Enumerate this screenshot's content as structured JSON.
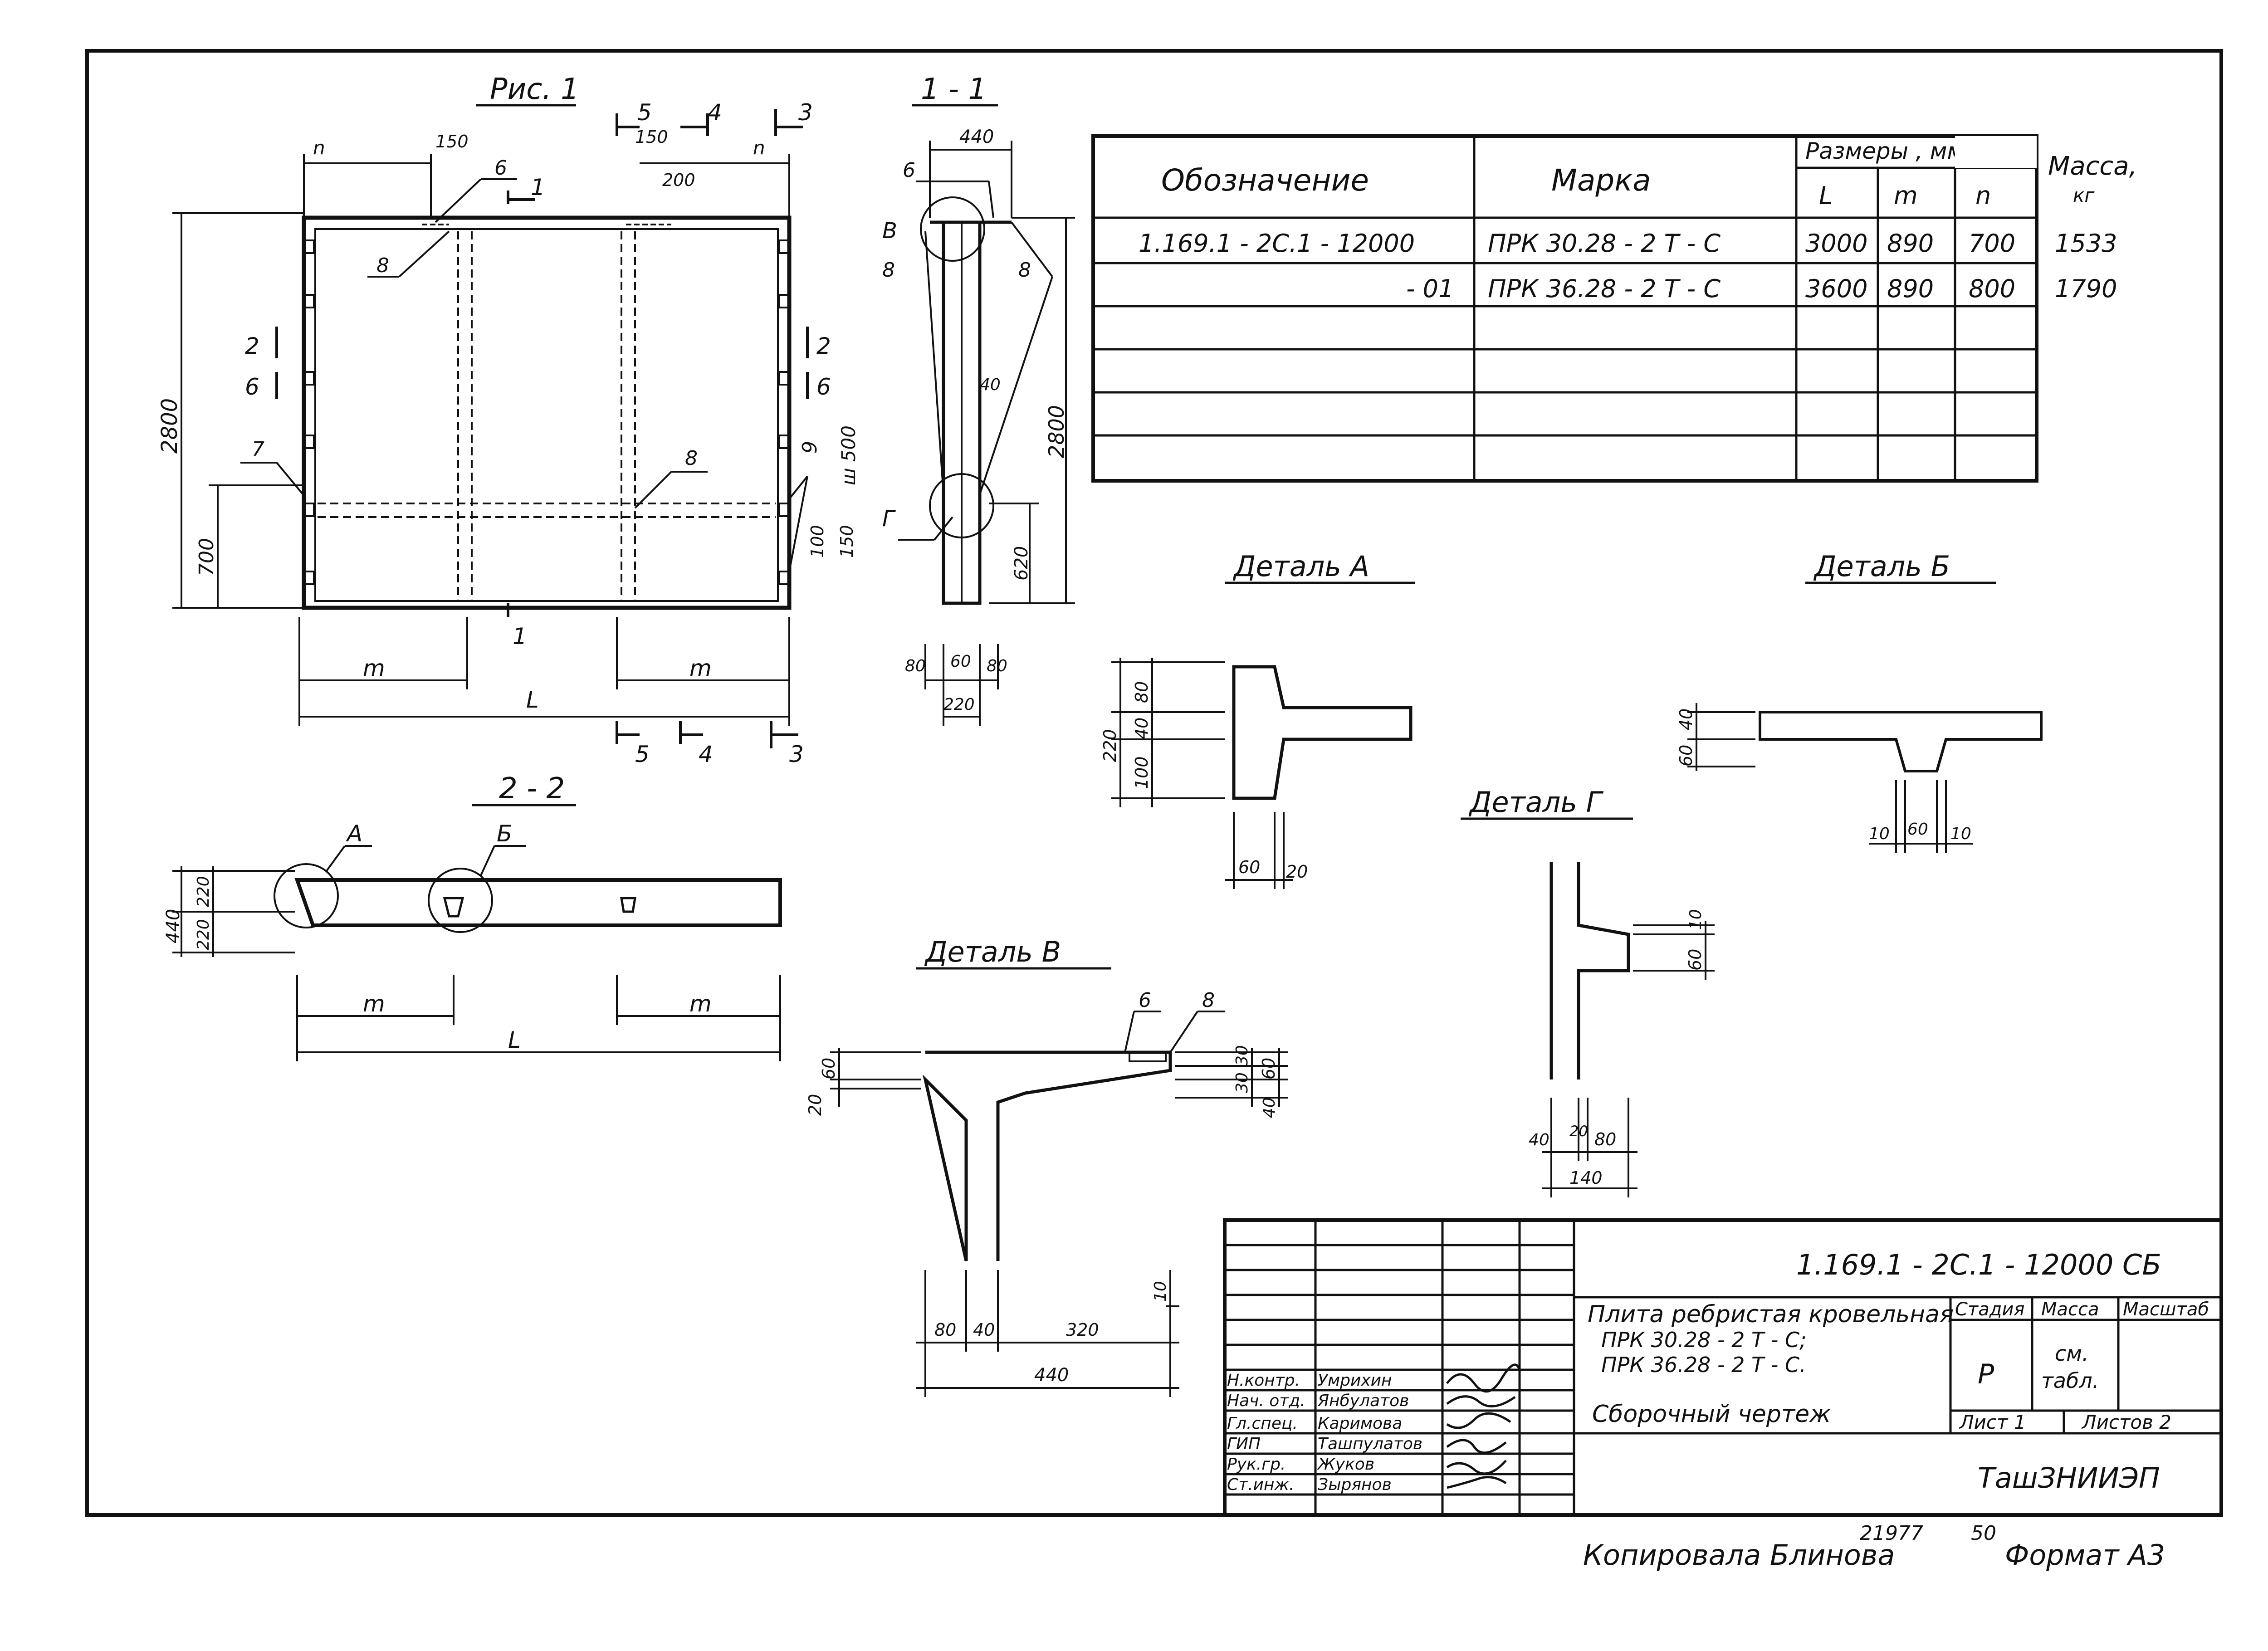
{
  "fig1": {
    "title": "Рис. 1",
    "dims": {
      "n_top": "n",
      "d150": "150",
      "d200": "200",
      "d150b": "150",
      "n_top2": "n",
      "h2800": "2800",
      "h700": "700",
      "m_left": "m",
      "m_right": "m",
      "L": "L",
      "d100": "100",
      "d150r": "150",
      "w500": "ш 500"
    },
    "cuts": {
      "c1": "1",
      "c1b": "1",
      "c2l": "2",
      "c2r": "2",
      "c3": "3",
      "c3b": "3",
      "c4": "4",
      "c4b": "4",
      "c5": "5",
      "c5b": "5",
      "c6l": "6",
      "c6r": "6"
    },
    "leaders": {
      "p6": "6",
      "p7": "7",
      "p8a": "8",
      "p8b": "8",
      "p9": "9"
    }
  },
  "sec11": {
    "title": "1 - 1",
    "labels": {
      "p6": "6",
      "pB": "В",
      "p8a": "8",
      "p8b": "8",
      "pG": "Г"
    },
    "dims": {
      "d440": "440",
      "d40": "40",
      "h2800": "2800",
      "d620": "620",
      "d80a": "80",
      "d60": "60",
      "d80b": "80",
      "d220": "220"
    }
  },
  "sec22": {
    "title": "2 - 2",
    "labels": {
      "A": "А",
      "B": "Б"
    },
    "dims": {
      "d440": "440",
      "d220a": "220",
      "d220b": "220",
      "m_left": "m",
      "m_right": "m",
      "L": "L"
    }
  },
  "detailA": {
    "title": "Деталь А",
    "dims": {
      "d220": "220",
      "d80": "80",
      "d40": "40",
      "d100": "100",
      "d60": "60",
      "d20": "20"
    }
  },
  "detailB": {
    "title": "Деталь Б",
    "dims": {
      "d40": "40",
      "d60v": "60",
      "d10a": "10",
      "d60": "60",
      "d10b": "10"
    }
  },
  "detailG": {
    "title": "Деталь Г",
    "dims": {
      "d10": "10",
      "d60": "60",
      "d40": "40",
      "d20": "20",
      "d80": "80",
      "d140": "140"
    }
  },
  "detailV": {
    "title": "Деталь В",
    "labels": {
      "p6": "6",
      "p8": "8"
    },
    "dims": {
      "d60l": "60",
      "d20": "20",
      "d30a": "30",
      "d30b": "30",
      "d40": "40",
      "d60r": "60",
      "d10": "10",
      "d80": "80",
      "d40b": "40",
      "d320": "320",
      "d440": "440"
    }
  },
  "spec": {
    "headers": {
      "designation": "Обозначение",
      "mark": "Марка",
      "sizes": "Размеры , мм",
      "L": "L",
      "m": "m",
      "n": "n",
      "mass": "Масса,",
      "kg": "кг"
    },
    "rows": [
      {
        "designation": "1.169.1 - 2С.1 - 12000",
        "mark": "ПРК 30.28 - 2 Т - С",
        "L": "3000",
        "m": "890",
        "n": "700",
        "mass": "1533"
      },
      {
        "designation": "- 01",
        "mark": "ПРК 36.28 - 2 Т - С",
        "L": "3600",
        "m": "890",
        "n": "800",
        "mass": "1790"
      }
    ]
  },
  "title_block": {
    "code": "1.169.1 - 2С.1 - 12000 СБ",
    "name1": "Плита ребристая кровельная",
    "name2": "ПРК 30.28 - 2 Т - С;",
    "name3": "ПРК 36.28 - 2 Т - С.",
    "doc": "Сборочный чертеж",
    "stage_h": "Стадия",
    "mass_h": "Масса",
    "scale_h": "Масштаб",
    "stage": "Р",
    "mass1": "см.",
    "mass2": "табл.",
    "sheet": "Лист 1",
    "sheets": "Листов 2",
    "org": "ТашЗНИИЭП",
    "people": [
      {
        "role": "Н.контр.",
        "name": "Умрихин"
      },
      {
        "role": "Нач. отд.",
        "name": "Янбулатов"
      },
      {
        "role": "Гл.спец.",
        "name": "Каримова"
      },
      {
        "role": "ГИП",
        "name": "Ташпулатов"
      },
      {
        "role": "Рук.гр.",
        "name": "Жуков"
      },
      {
        "role": "Ст.инж.",
        "name": "Зырянов"
      }
    ]
  },
  "footer": {
    "copied": "Копировала  Блинова",
    "n1": "21977",
    "n2": "50",
    "format": "Формат  А3"
  }
}
